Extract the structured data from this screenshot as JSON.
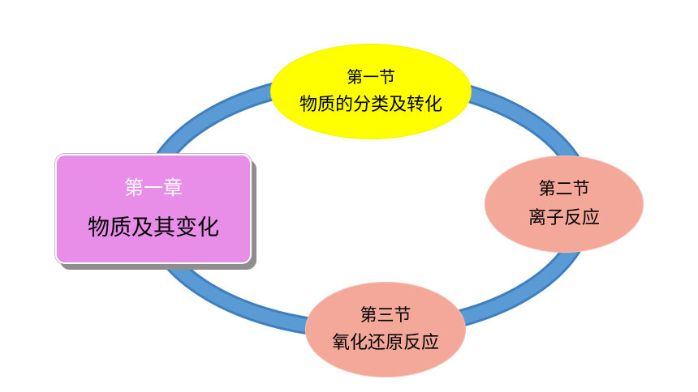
{
  "colors": {
    "ring": "#5b9bd5",
    "chapter_fill": "#e88ee8",
    "section1_fill": "#ffff00",
    "section2_fill": "#f3a89a",
    "section3_fill": "#f3a89a"
  },
  "chapter": {
    "number": "第一章",
    "title": "物质及其变化"
  },
  "sections": [
    {
      "number": "第一节",
      "title": "物质的分类及转化"
    },
    {
      "number": "第二节",
      "title": "离子反应"
    },
    {
      "number": "第三节",
      "title": "氧化还原反应"
    }
  ]
}
